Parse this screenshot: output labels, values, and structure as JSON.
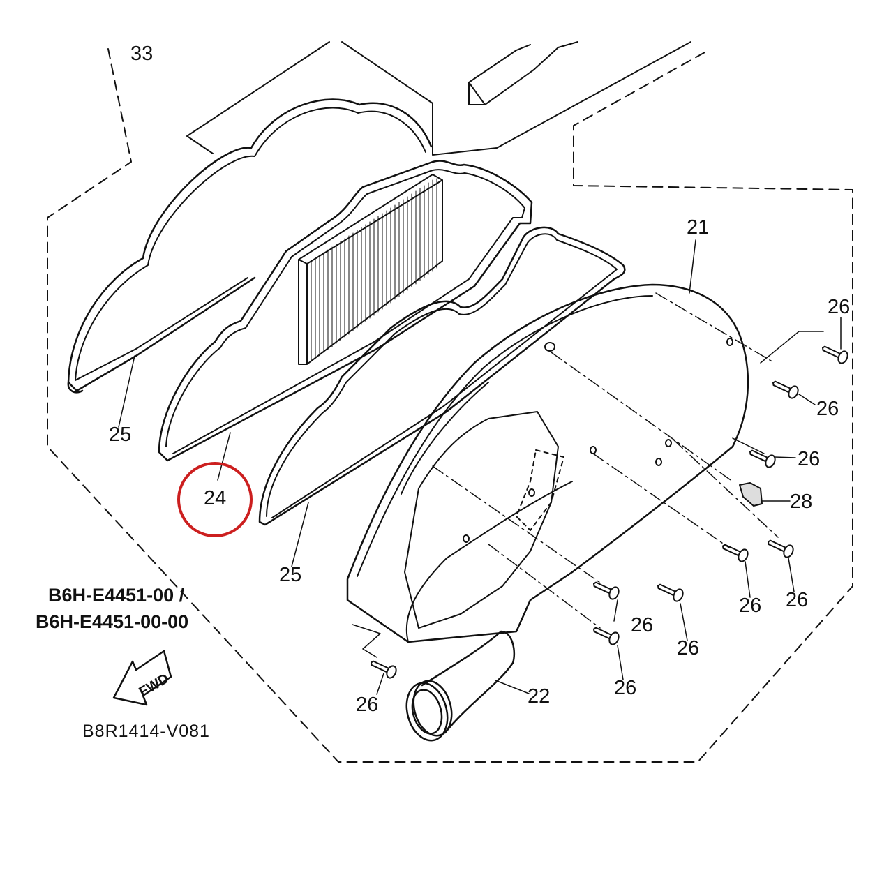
{
  "labels": {
    "l33": "33",
    "l21": "21",
    "l22": "22",
    "l24": "24",
    "l25a": "25",
    "l25b": "25",
    "l26_a": "26",
    "l26_b": "26",
    "l26_c": "26",
    "l26_d": "26",
    "l26_e": "26",
    "l26_f": "26",
    "l26_g": "26",
    "l26_h": "26",
    "l26_i": "26",
    "l28": "28"
  },
  "part_numbers": {
    "line1": "B6H-E4451-00 /",
    "line2": "B6H-E4451-00-00"
  },
  "fwd_arrow": {
    "text": "FWD"
  },
  "reference": "B8R1414-V081",
  "highlight": {
    "target": "24",
    "color": "#cc1f1f"
  }
}
